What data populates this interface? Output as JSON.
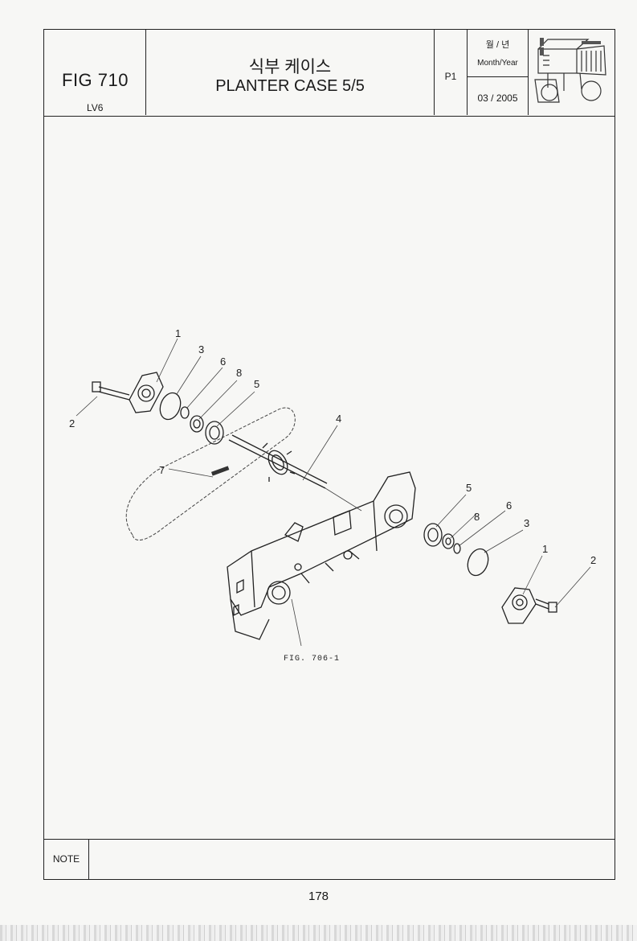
{
  "header": {
    "figure_number": "FIG 710",
    "model": "LV6",
    "title_korean": "식부 케이스",
    "title_english": "PLANTER CASE 5/5",
    "page_code": "P1",
    "date_label_korean": "월 / 년",
    "date_label_english": "Month/Year",
    "date_value": "03 / 2005",
    "thumbnail_icon": "rice-transplanter-machine-icon"
  },
  "diagram": {
    "callouts_left": [
      "1",
      "3",
      "6",
      "8",
      "5",
      "2",
      "7",
      "4"
    ],
    "callouts_right": [
      "5",
      "8",
      "6",
      "3",
      "1",
      "2"
    ],
    "reference_label": "FIG. 706-1"
  },
  "note": {
    "label": "NOTE"
  },
  "page_number": "178"
}
